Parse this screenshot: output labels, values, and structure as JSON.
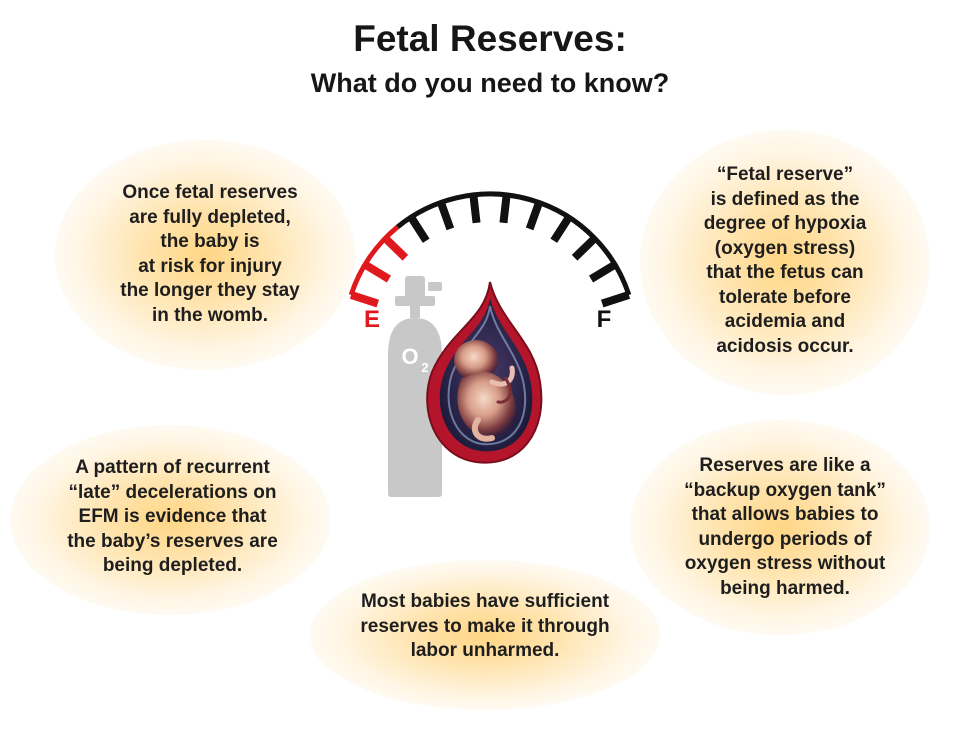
{
  "header": {
    "title": "Fetal Reserves:",
    "subtitle": "What do you need to know?"
  },
  "gauge": {
    "empty_label": "E",
    "full_label": "F",
    "tank_label": "O",
    "tank_label_sub": "2",
    "tick_count": 12,
    "red_tick_count": 3,
    "colors": {
      "red": "#e0191f",
      "black": "#111111",
      "tank": "#c8c8c8"
    }
  },
  "callouts": {
    "top_left": "Once fetal reserves\nare fully depleted,\nthe baby is\nat risk for injury\nthe longer they stay\nin the womb.",
    "top_right": "“Fetal reserve”\nis defined as the\ndegree of hypoxia\n(oxygen stress)\nthat the fetus can\ntolerate before\nacidemia and\nacidosis occur.",
    "mid_left": "A pattern of recurrent\n“late” decelerations on\nEFM is evidence that\nthe baby’s reserves are\nbeing depleted.",
    "mid_right": "Reserves are like a\n“backup oxygen tank”\nthat allows babies to\nundergo periods of\noxygen stress without\nbeing harmed.",
    "bottom": "Most babies have sufficient\nreserves to make it through\nlabor unharmed."
  }
}
